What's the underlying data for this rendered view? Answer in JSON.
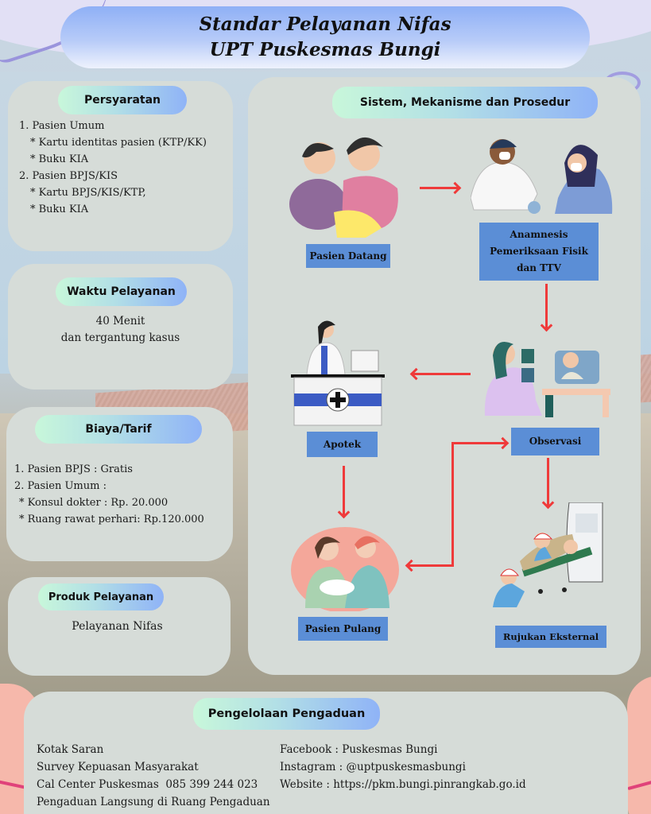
{
  "header": {
    "title_line1": "Standar Pelayanan Nifas",
    "title_line2": "UPT Puskesmas Bungi"
  },
  "persyaratan": {
    "heading": "Persyaratan",
    "lines": [
      "1. Pasien Umum",
      "* Kartu identitas pasien (KTP/KK)",
      "* Buku KIA",
      "2. Pasien BPJS/KIS",
      "* Kartu BPJS/KIS/KTP,",
      "* Buku KIA"
    ]
  },
  "waktu": {
    "heading": "Waktu Pelayanan",
    "lines": [
      "40 Menit",
      "dan tergantung kasus"
    ]
  },
  "biaya": {
    "heading": "Biaya/Tarif",
    "lines": [
      "1. Pasien BPJS : Gratis",
      "2. Pasien Umum :",
      "* Konsul dokter : Rp. 20.000",
      "* Ruang rawat perhari: Rp.120.000"
    ]
  },
  "produk": {
    "heading": "Produk Pelayanan",
    "value": "Pelayanan Nifas"
  },
  "prosedur": {
    "heading": "Sistem, Mekanisme dan Prosedur",
    "steps": {
      "pasien_datang": "Pasien Datang",
      "anamnesis_1": "Anamnesis",
      "anamnesis_2": "Pemeriksaan Fisik",
      "anamnesis_3": "dan TTV",
      "observasi": "Observasi",
      "apotek": "Apotek",
      "pasien_pulang": "Pasien Pulang",
      "rujukan": "Rujukan Eksternal"
    }
  },
  "pengaduan": {
    "heading": "Pengelolaan Pengaduan",
    "left": [
      "Kotak Saran",
      "Survey Kepuasan Masyarakat",
      "Cal Center Puskesmas  085 399 244 023",
      "Pengaduan Langsung di Ruang Pengaduan"
    ],
    "right": [
      "Facebook : Puskesmas Bungi",
      "Instagram : @uptpuskesmasbungi",
      "Website : https://pkm.bungi.pinrangkab.go.id"
    ]
  },
  "colors": {
    "label_blue": "#5b8ed6",
    "arrow_red": "#ef3a3a",
    "card_bg": "#d6dcd8"
  }
}
